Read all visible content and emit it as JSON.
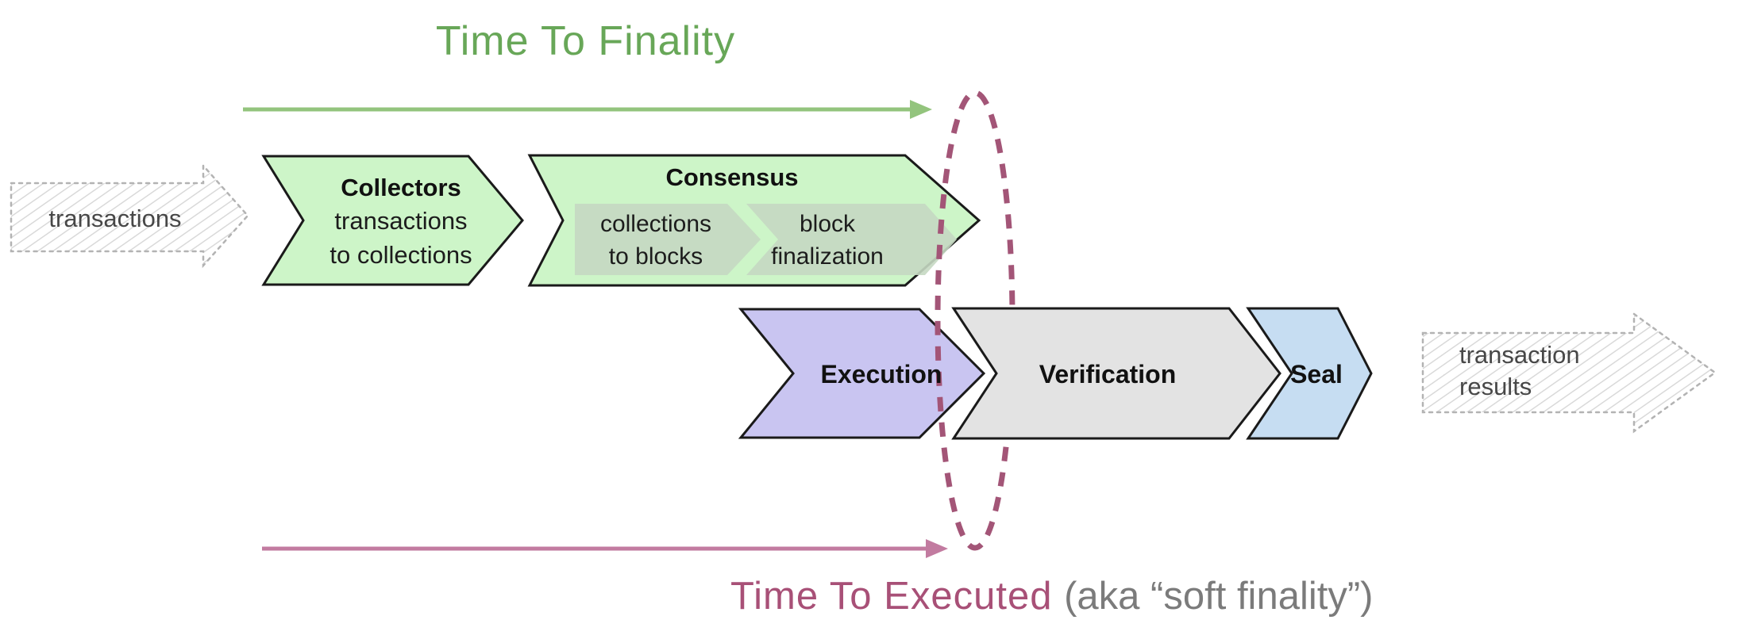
{
  "titles": {
    "finality": "Time To Finality",
    "executed": "Time To Executed",
    "executed_note": "(aka “soft finality”)"
  },
  "io": {
    "input_label": "transactions",
    "output_label_line1": "transaction",
    "output_label_line2": "results"
  },
  "stages": {
    "collectors": {
      "title": "Collectors",
      "line1": "transactions",
      "line2": "to collections"
    },
    "consensus": {
      "title": "Consensus",
      "sub1_line1": "collections",
      "sub1_line2": "to blocks",
      "sub2_line1": "block",
      "sub2_line2": "finalization"
    },
    "execution": {
      "title": "Execution"
    },
    "verification": {
      "title": "Verification"
    },
    "seal": {
      "title": "Seal"
    }
  },
  "colors": {
    "mint": "#cdf5c8",
    "sage": "#c5d8c2",
    "lavender": "#c9c5f1",
    "gray": "#e3e3e3",
    "blue": "#c6ddf2",
    "outline": "#1a1a1a",
    "green_title": "#68a758",
    "green_arrow": "#93c47d",
    "pink_arrow": "#c27ba0",
    "rose_title": "#a85077",
    "note_gray": "#7b7b7b",
    "ellipse_stroke": "#a35577",
    "sketch_stroke": "#b3b3b3",
    "sketch_hatch": "#d9d9d9",
    "io_text": "#474747"
  }
}
